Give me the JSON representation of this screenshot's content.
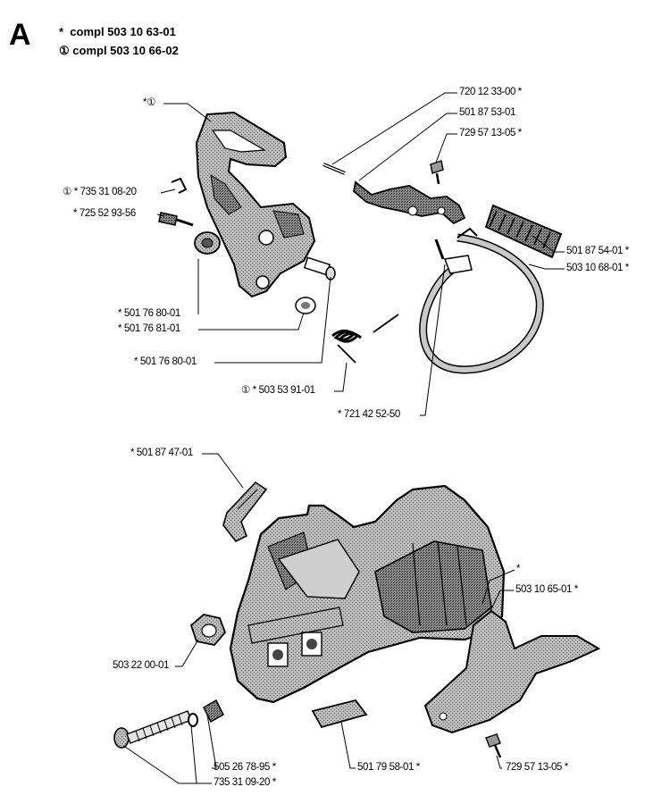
{
  "section_letter": "A",
  "legend": [
    {
      "mark": "*",
      "text": "compl 503 10 63-01"
    },
    {
      "mark": "①",
      "text": "compl 503 10 66-02"
    }
  ],
  "parts": [
    {
      "id": "p01",
      "mark": "*①",
      "number": ""
    },
    {
      "id": "p02",
      "mark": "① *",
      "number": "735 31 08-20"
    },
    {
      "id": "p03",
      "mark": "*",
      "number": "725 52 93-56"
    },
    {
      "id": "p04",
      "mark": "*",
      "number": "501 76 80-01"
    },
    {
      "id": "p05",
      "mark": "*",
      "number": "501 76 81-01"
    },
    {
      "id": "p06",
      "mark": "*",
      "number": "501 76 80-01"
    },
    {
      "id": "p07",
      "mark": "① *",
      "number": "503 53 91-01"
    },
    {
      "id": "p08",
      "mark": "*",
      "number": "720 12 33-00"
    },
    {
      "id": "p09",
      "mark": "",
      "number": "501 87 53-01"
    },
    {
      "id": "p10",
      "mark": "*",
      "number": "729 57 13-05"
    },
    {
      "id": "p11",
      "mark": "*",
      "number": "501 87 54-01"
    },
    {
      "id": "p12",
      "mark": "*",
      "number": "503 10 68-01"
    },
    {
      "id": "p13",
      "mark": "*",
      "number": "721 42 52-50"
    },
    {
      "id": "p14",
      "mark": "*",
      "number": "501 87 47-01"
    },
    {
      "id": "p15",
      "mark": "*",
      "number": ""
    },
    {
      "id": "p16",
      "mark": "*",
      "number": "503 10 65-01"
    },
    {
      "id": "p17",
      "mark": "",
      "number": "503 22 00-01"
    },
    {
      "id": "p18",
      "mark": "*",
      "number": "505 26 78-95"
    },
    {
      "id": "p19",
      "mark": "*",
      "number": "735 31 09-20"
    },
    {
      "id": "p20",
      "mark": "*",
      "number": "501 79 58-01"
    },
    {
      "id": "p21",
      "mark": "*",
      "number": "729 57 13-05"
    }
  ]
}
